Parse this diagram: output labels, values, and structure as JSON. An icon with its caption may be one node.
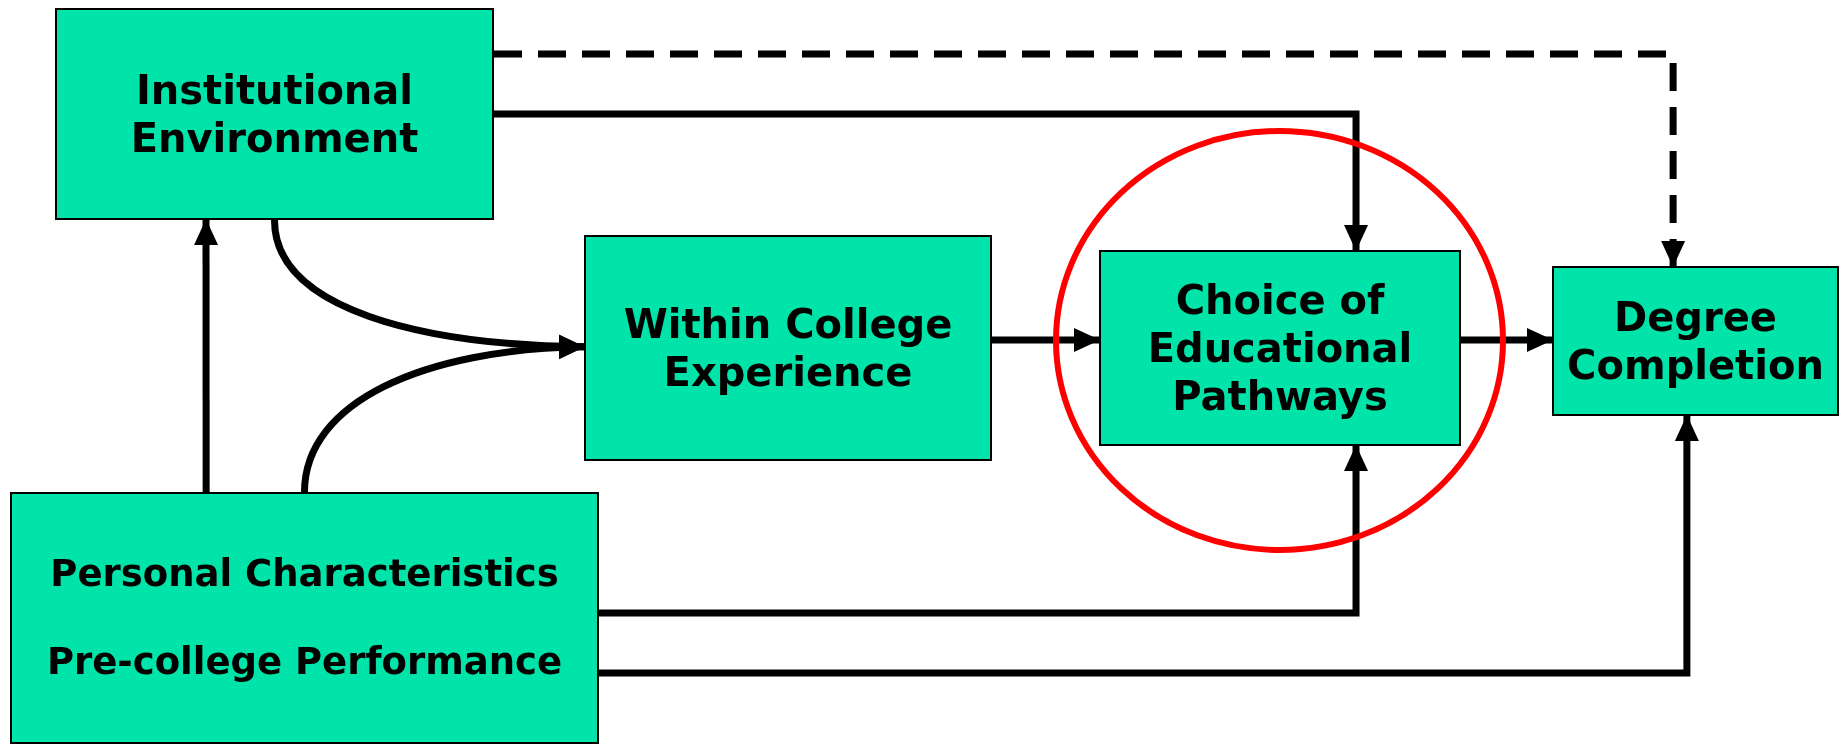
{
  "diagram": {
    "nodes": [
      {
        "text": [
          "Institutional Environment"
        ]
      },
      {
        "text": [
          "Within College Experience"
        ]
      },
      {
        "text": [],
        "shape": "circle"
      },
      {
        "text": [
          "Choice of Educational Pathways"
        ],
        "in": 2
      },
      {
        "text": [
          "Degree Completion"
        ]
      },
      {
        "text": [
          "Personal Characteristics",
          "Pre-college Performance"
        ]
      }
    ],
    "edges": [
      {
        "from": 0,
        "to": 4,
        "arrow": "to",
        "style": "dashed"
      },
      {
        "from": 0,
        "to": 3,
        "arrow": "to"
      },
      {
        "from": 0,
        "to": 1,
        "arrow": "to"
      },
      {
        "from": 5,
        "to": 0,
        "arrow": "to"
      },
      {
        "from": 5,
        "to": 1,
        "arrow": "to"
      },
      {
        "from": 1,
        "to": 3,
        "arrow": "to"
      },
      {
        "from": 3,
        "to": 4,
        "arrow": "to"
      },
      {
        "from": 5,
        "to": 3,
        "arrow": "to"
      },
      {
        "from": 5,
        "to": 4,
        "arrow": "to"
      }
    ]
  }
}
